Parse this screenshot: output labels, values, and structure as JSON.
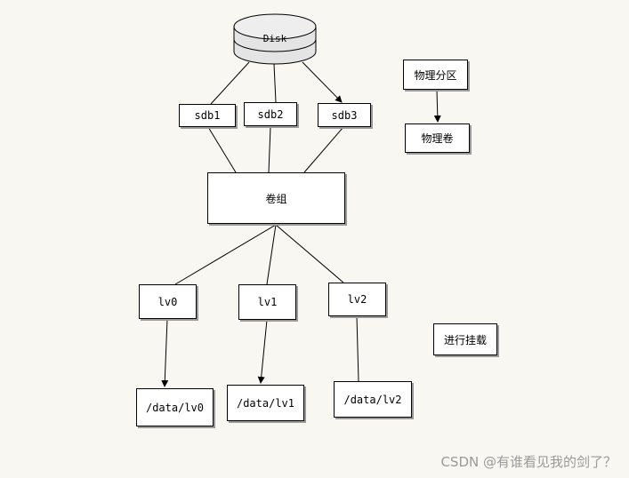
{
  "disk": {
    "label": "Disk"
  },
  "partitions": [
    "sdb1",
    "sdb2",
    "sdb3"
  ],
  "volume_group": {
    "label": "卷组"
  },
  "logical_volumes": [
    "lv0",
    "lv1",
    "lv2"
  ],
  "mounts": [
    "/data/lv0",
    "/data/lv1",
    "/data/lv2"
  ],
  "legend": {
    "physical_partition": "物理分区",
    "physical_volume": "物理卷",
    "mount": "进行挂载"
  },
  "watermark": "CSDN @有谁看见我的剑了？"
}
